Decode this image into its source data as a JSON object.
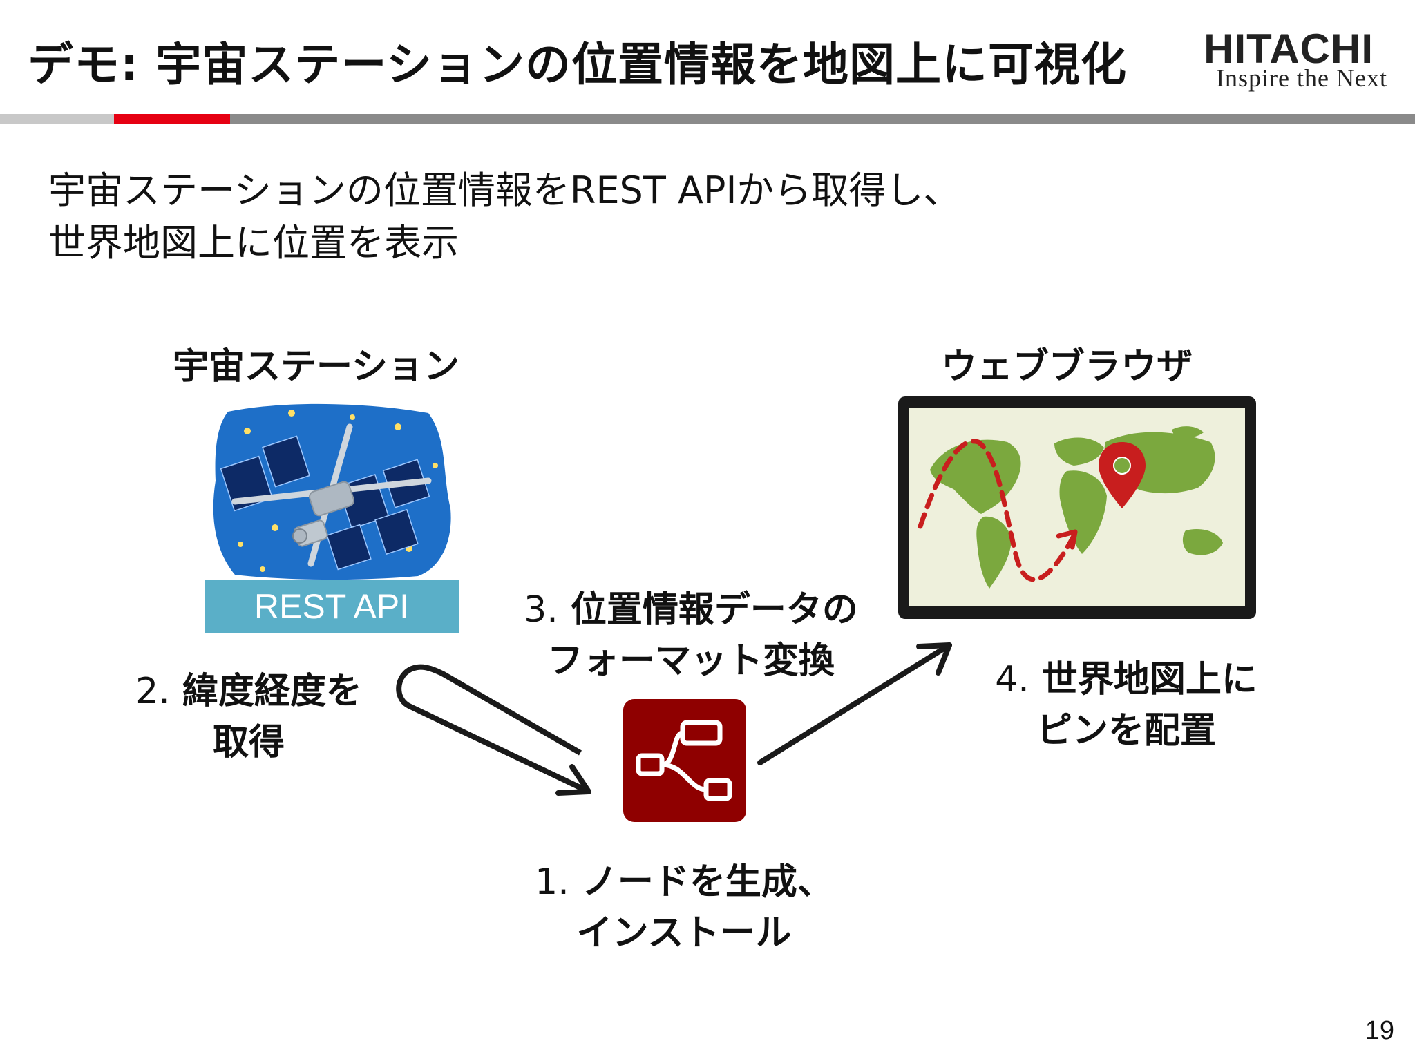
{
  "title": "デモ: 宇宙ステーションの位置情報を地図上に可視化",
  "logo": {
    "brand": "HITACHI",
    "tagline": "Inspire the Next"
  },
  "intro": {
    "line1": "宇宙ステーションの位置情報をREST APIから取得し、",
    "line2": "世界地図上に位置を表示"
  },
  "labels": {
    "station": "宇宙ステーション",
    "browser": "ウェブブラウザ",
    "rest_api": "REST API"
  },
  "steps": {
    "s1": {
      "num": "1.",
      "line1": "ノードを生成、",
      "line2": "インストール"
    },
    "s2": {
      "num": "2.",
      "line1": "緯度経度を",
      "line2": "取得"
    },
    "s3": {
      "num": "3.",
      "line1": "位置情報データの",
      "line2": "フォーマット変換"
    },
    "s4": {
      "num": "4.",
      "line1": "世界地図上に",
      "line2": "ピンを配置"
    }
  },
  "page_number": "19",
  "colors": {
    "accent_red": "#e60012",
    "bar_grey": "#8a8a8a",
    "rest_api_bg": "#5aafc8",
    "space_blue": "#1e6fc8",
    "map_green": "#7ba83e",
    "map_bg": "#eef0dc",
    "pin_red": "#c81e1e",
    "node_red": "#8f0000"
  },
  "icons": {
    "station": "space-station-icon",
    "browser": "browser-map-icon",
    "node": "node-red-icon",
    "pin": "map-pin-icon"
  }
}
